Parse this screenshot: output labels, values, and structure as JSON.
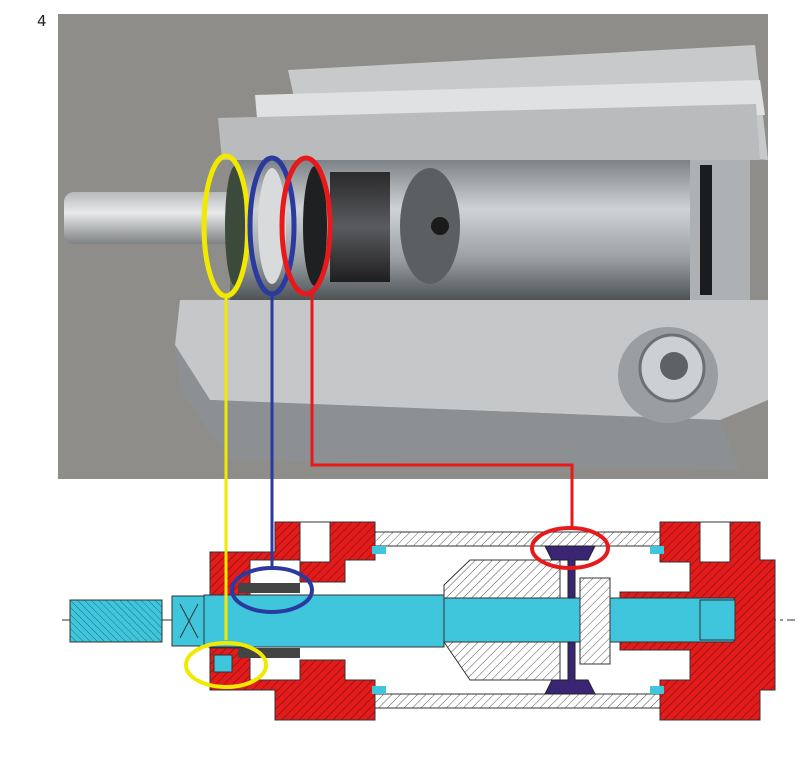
{
  "figure": {
    "number": "4"
  },
  "colors": {
    "highlight_yellow": "#f2e900",
    "highlight_blue": "#2b3a9e",
    "highlight_red": "#e8191b",
    "section_red": "#e31b1b",
    "rod_cyan": "#3fc6dd",
    "piston_purple": "#3a2575",
    "photo_background": "#8e8d89",
    "aluminium": "#c9cbcd"
  },
  "callouts": [
    {
      "color_name": "yellow",
      "photo_target": "rod-wiper-seal",
      "drawing_target": "wiper-seal"
    },
    {
      "color_name": "blue",
      "photo_target": "rod-guide-bushing",
      "drawing_target": "guide-bushing"
    },
    {
      "color_name": "red",
      "photo_target": "piston-seal",
      "drawing_target": "piston-seal"
    }
  ]
}
